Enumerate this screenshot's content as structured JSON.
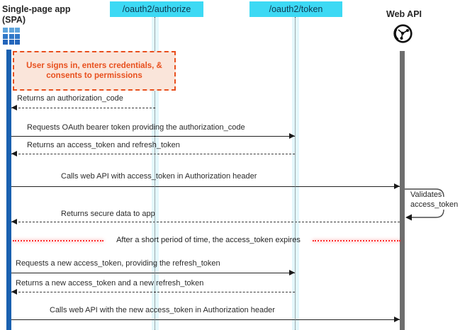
{
  "actors": {
    "spa": {
      "name": "Single-page app",
      "sub": "(SPA)"
    },
    "authorize": {
      "label": "/oauth2/authorize"
    },
    "token": {
      "label": "/oauth2/token"
    },
    "webapi": {
      "label": "Web API"
    }
  },
  "note": {
    "text": "User signs in, enters credentials, & consents to permissions"
  },
  "messages": [
    {
      "label": "Returns an authorization_code",
      "style": "dashed",
      "from": "authorize",
      "to": "spa"
    },
    {
      "label": "Requests OAuth bearer token providing the authorization_code",
      "style": "solid",
      "from": "spa",
      "to": "token"
    },
    {
      "label": "Returns an access_token and refresh_token",
      "style": "dashed",
      "from": "token",
      "to": "spa"
    },
    {
      "label": "Calls web API with access_token in Authorization header",
      "style": "solid",
      "from": "spa",
      "to": "webapi"
    },
    {
      "label": "Returns secure data to app",
      "style": "dashed",
      "from": "webapi",
      "to": "spa"
    },
    {
      "label": "Requests a new access_token, providing the refresh_token",
      "style": "solid",
      "from": "spa",
      "to": "token"
    },
    {
      "label": "Returns a new access_token and a new refresh_token",
      "style": "dashed",
      "from": "token",
      "to": "spa"
    },
    {
      "label": "Calls web API with the new access_token in Authorization header",
      "style": "solid",
      "from": "spa",
      "to": "webapi"
    }
  ],
  "self_message": {
    "line1": "Validates",
    "line2": "access_token",
    "target": "webapi"
  },
  "separator": {
    "text": "After a short period of time, the access_token expires"
  },
  "colors": {
    "endpoint_fill": "#3DD9F4",
    "endpoint_text": "#0E3A52",
    "note_border": "#E8501E",
    "note_fill": "#FAE5DA",
    "spa_lifeline": "#1A61B0",
    "webapi_lifeline": "#6E6E6E",
    "lifeline_band": "#E3F7FC",
    "separator_red": "#FF2A2A",
    "arrow_color": "#222222"
  }
}
